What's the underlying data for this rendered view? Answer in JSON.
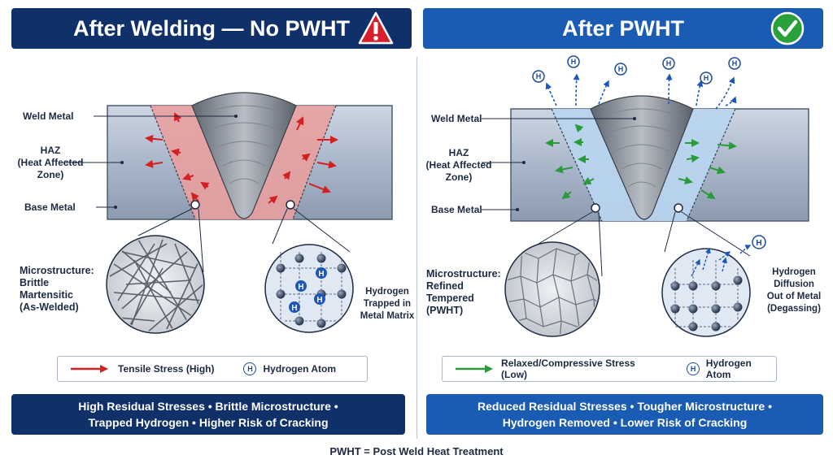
{
  "left": {
    "title": "After Welding — No PWHT",
    "labels": {
      "weld_metal": "Weld Metal",
      "haz": "HAZ\n(Heat Affected\nZone)",
      "base_metal": "Base Metal",
      "microstructure": "Microstructure:\nBrittle\nMartensitic\n(As-Welded)",
      "hydrogen": "Hydrogen\nTrapped in\nMetal Matrix"
    },
    "legend": {
      "stress": "Tensile Stress (High)",
      "atom": "Hydrogen Atom"
    },
    "summary": [
      "High Residual Stresses • Brittle Microstructure •",
      "Trapped Hydrogen • Higher Risk of Cracking"
    ]
  },
  "right": {
    "title": "After PWHT",
    "labels": {
      "weld_metal": "Weld Metal",
      "haz": "HAZ\n(Heat Affected\nZone)",
      "base_metal": "Base Metal",
      "microstructure": "Microstructure:\nRefined\nTempered\n(PWHT)",
      "hydrogen": "Hydrogen\nDiffusion\nOut of Metal\n(Degassing)"
    },
    "legend": {
      "stress": "Relaxed/Compressive Stress (Low)",
      "atom": "Hydrogen Atom"
    },
    "summary": [
      "Reduced Residual Stresses • Tougher Microstructure •",
      "Hydrogen Removed • Lower Risk of Cracking"
    ]
  },
  "footnote": "PWHT = Post Weld Heat Treatment",
  "atom_symbol": "H",
  "colors": {
    "navy": "#10306a",
    "blue": "#1a5bb4",
    "tensile_arrow": "#d42020",
    "relaxed_arrow": "#2a9a3a",
    "haz_red": "#e8a0a0",
    "haz_blue": "#b8d4ee",
    "warning": "#d81e2a",
    "check": "#2aa03a"
  },
  "icons": {
    "left_badge": "warning-icon",
    "right_badge": "checkmark-icon"
  }
}
